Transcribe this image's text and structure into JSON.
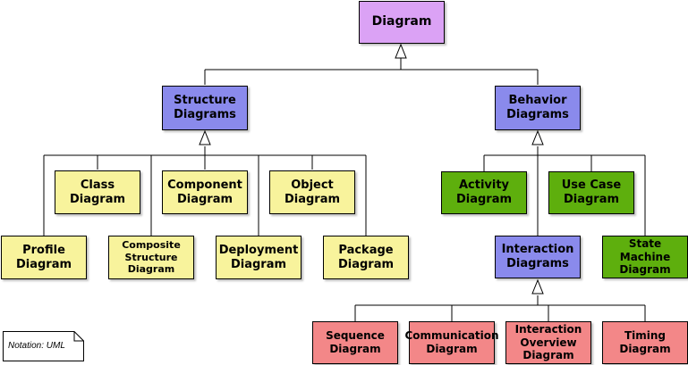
{
  "diagram": {
    "root": "Diagram",
    "structure": {
      "label": "Structure\nDiagrams",
      "children": {
        "class": "Class\nDiagram",
        "component": "Component\nDiagram",
        "object": "Object\nDiagram",
        "profile": "Profile\nDiagram",
        "composite": "Composite\nStructure\nDiagram",
        "deployment": "Deployment\nDiagram",
        "package": "Package\nDiagram"
      }
    },
    "behavior": {
      "label": "Behavior\nDiagrams",
      "children": {
        "activity": "Activity\nDiagram",
        "usecase": "Use Case\nDiagram",
        "interaction": "Interaction\nDiagrams",
        "statemachine": "State Machine\nDiagram"
      }
    },
    "interaction": {
      "children": {
        "sequence": "Sequence\nDiagram",
        "communication": "Communication\nDiagram",
        "overview": "Interaction\nOverview\nDiagram",
        "timing": "Timing\nDiagram"
      }
    },
    "note": "Notation: UML"
  }
}
